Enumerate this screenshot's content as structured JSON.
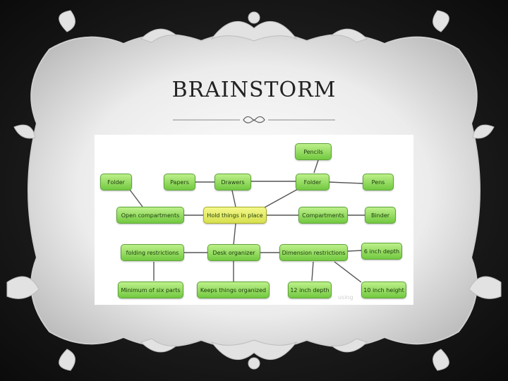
{
  "slide": {
    "title": "BRAINSTORM"
  },
  "diagram": {
    "nodes": {
      "pencils": "Pencils",
      "folder_left": "Folder",
      "papers": "Papers",
      "drawers": "Drawers",
      "folder_top": "Folder",
      "pens": "Pens",
      "open_compartments": "Open compartments",
      "hold_things": "Hold things in place",
      "compartments": "Compartments",
      "binder": "Binder",
      "folding_restrictions": "folding restrictions",
      "desk_organizer": "Desk organizer",
      "dimension_restrictions": "Dimension restrictions",
      "six_inch_depth": "6 inch depth",
      "minimum_six_parts": "Minimum of six parts",
      "keep_things_organized": "Keeps things organized",
      "twelve_inch_depth": "12 inch depth",
      "ten_inch_height": "10 inch height"
    },
    "watermark": "using"
  },
  "colors": {
    "node_fill": "#9fe066",
    "center_node_fill": "#e6ec6a",
    "edge": "#555555",
    "frame": "#d9d9d9"
  }
}
